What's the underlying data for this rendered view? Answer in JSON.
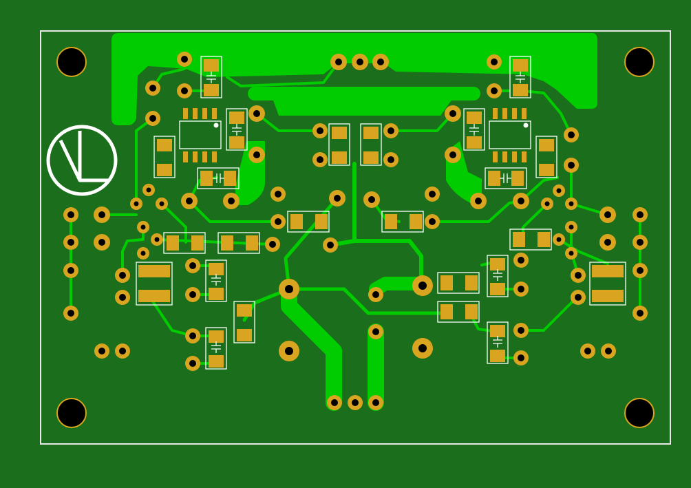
{
  "board": {
    "colors": {
      "substrate": "#1b6e1b",
      "copper_pour": "#00cc00",
      "trace": "#00cc00",
      "pad_gold": "#d9a520",
      "drill_hole": "#000000",
      "silkscreen": "#ffffff",
      "outline": "#e8e8e8"
    },
    "logo": {
      "icon": "vl-logo-icon"
    },
    "mounting_holes": 4,
    "ic_packages": 2,
    "through_hole_pads": 64
  }
}
